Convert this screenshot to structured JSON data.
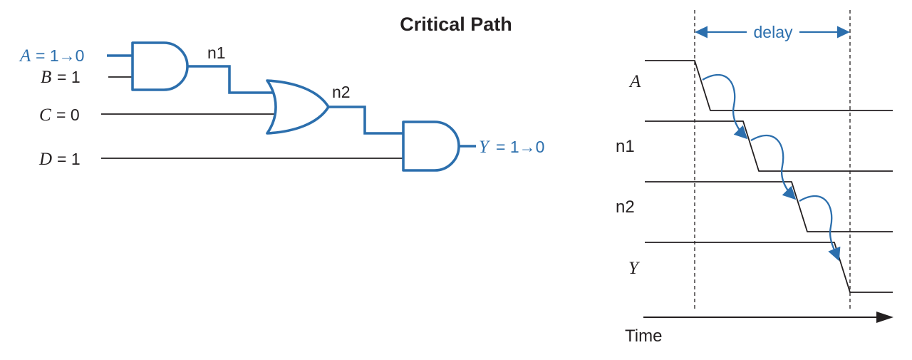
{
  "title": "Critical Path",
  "colors": {
    "blue": "#2c6fad",
    "ink": "#231f20"
  },
  "circuit": {
    "inputs": [
      {
        "name": "A",
        "value": "= 1→0"
      },
      {
        "name": "B",
        "value": "= 1"
      },
      {
        "name": "C",
        "value": "= 0"
      },
      {
        "name": "D",
        "value": "= 1"
      }
    ],
    "net1": "n1",
    "net2": "n2",
    "output": {
      "name": "Y",
      "value": "= 1→0"
    },
    "gates": [
      {
        "shape": "and-gate",
        "inputs": [
          "A",
          "B"
        ],
        "output": "n1"
      },
      {
        "shape": "or-gate",
        "inputs": [
          "n1",
          "C"
        ],
        "output": "n2"
      },
      {
        "shape": "and-gate",
        "inputs": [
          "n2",
          "D"
        ],
        "output": "Y"
      }
    ]
  },
  "timing": {
    "delay_label": "delay",
    "time_label": "Time",
    "signals": [
      {
        "label": "A",
        "transition": "1→0"
      },
      {
        "label": "n1",
        "transition": "1→0"
      },
      {
        "label": "n2",
        "transition": "1→0"
      },
      {
        "label": "Y",
        "transition": "1→0"
      }
    ]
  }
}
